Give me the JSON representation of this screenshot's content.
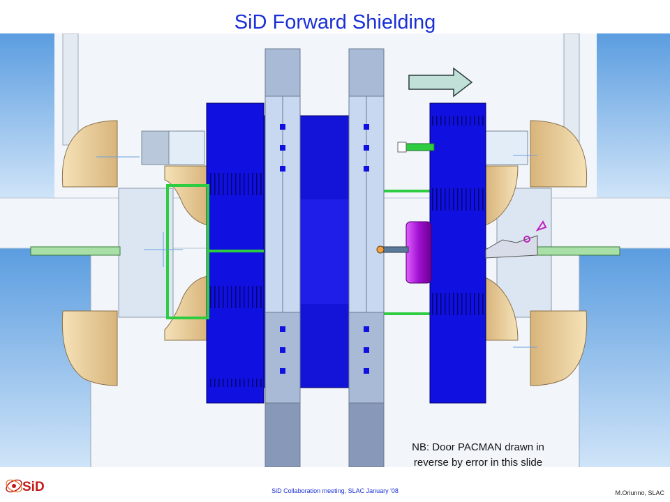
{
  "slide": {
    "title": "SiD Forward Shielding",
    "note_line1": "NB: Door PACMAN drawn in",
    "note_line2": "reverse by error in this slide",
    "footer_center": "SiD Collaboration meeting, SLAC January '08",
    "footer_right": "M.Oriunno, SLAC",
    "logo_text": "SiD"
  },
  "colors": {
    "title": "#1a2fd6",
    "yoke_blue": "#1010e0",
    "plate_light": "#c8d8f0",
    "shield_tan": "#e8cc98",
    "pipe_green": "#2ecc40",
    "pacman_purple": "#a010d0",
    "wall_blue": "#6aa8e8"
  }
}
